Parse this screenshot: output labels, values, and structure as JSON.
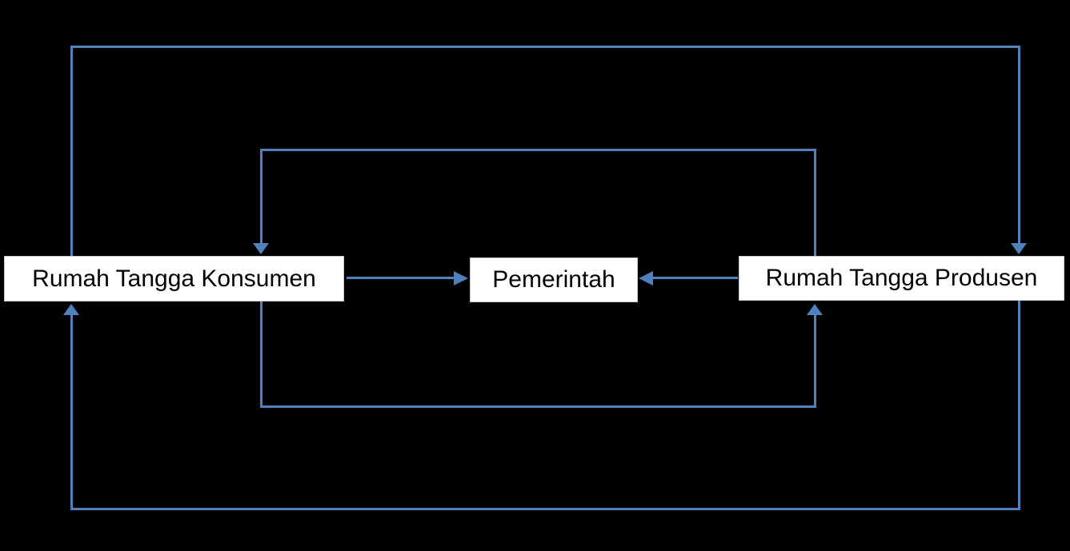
{
  "diagram": {
    "type": "circular-flow-diagram",
    "colors": {
      "background": "#000000",
      "line": "#4f81bd",
      "box_fill": "#ffffff",
      "box_border": "#c9c9c9",
      "text": "#000000"
    },
    "nodes": [
      {
        "id": "rumah-tangga-konsumen",
        "label": "Rumah Tangga Konsumen"
      },
      {
        "id": "pemerintah",
        "label": "Pemerintah"
      },
      {
        "id": "rumah-tangga-produsen",
        "label": "Rumah Tangga Produsen"
      }
    ],
    "edges": [
      {
        "from": "Rumah Tangga Konsumen",
        "to": "Rumah Tangga Produsen",
        "path": "outer-top-loop",
        "arrow_at": "top of Rumah Tangga Produsen"
      },
      {
        "from": "Rumah Tangga Produsen",
        "to": "Rumah Tangga Konsumen",
        "path": "outer-bottom-loop",
        "arrow_at": "bottom of Rumah Tangga Konsumen"
      },
      {
        "from": "Rumah Tangga Produsen",
        "to": "Rumah Tangga Konsumen",
        "path": "inner-top-loop",
        "arrow_at": "top of Rumah Tangga Konsumen"
      },
      {
        "from": "Rumah Tangga Konsumen",
        "to": "Rumah Tangga Produsen",
        "path": "inner-bottom-loop",
        "arrow_at": "bottom of Rumah Tangga Produsen"
      },
      {
        "from": "Rumah Tangga Konsumen",
        "to": "Pemerintah",
        "path": "direct-horizontal",
        "arrow_at": "left of Pemerintah"
      },
      {
        "from": "Rumah Tangga Produsen",
        "to": "Pemerintah",
        "path": "direct-horizontal",
        "arrow_at": "right of Pemerintah"
      }
    ]
  }
}
